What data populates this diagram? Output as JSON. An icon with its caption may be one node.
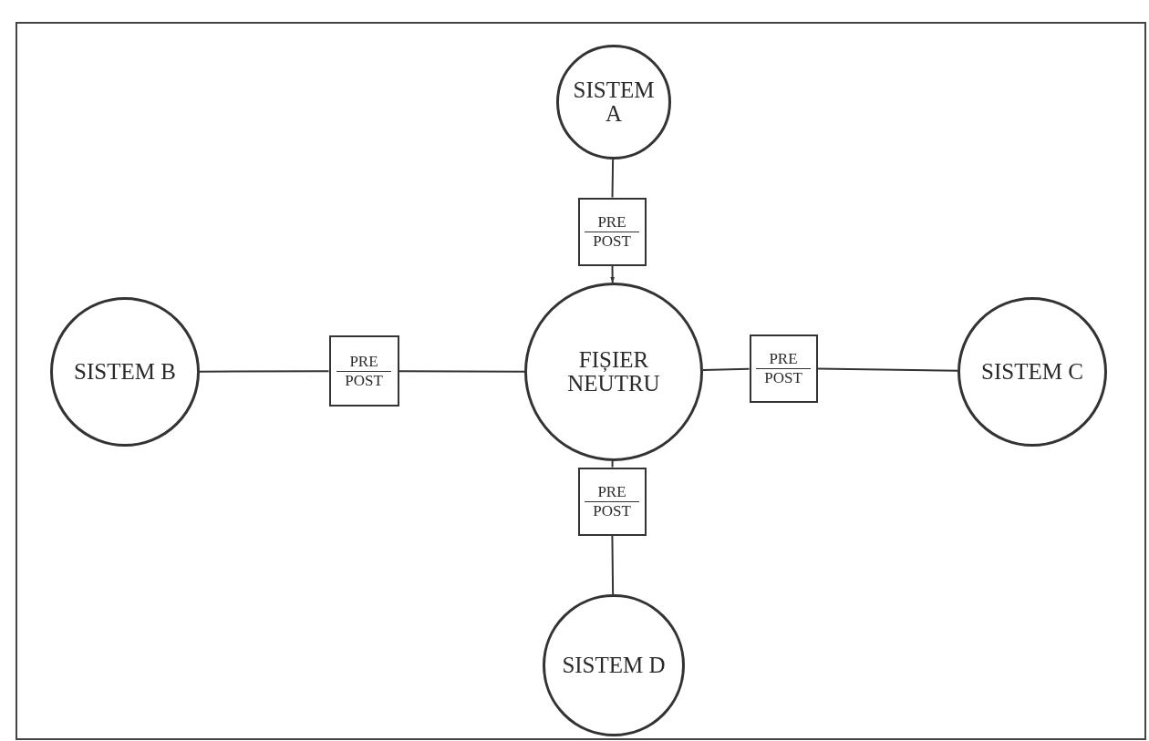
{
  "diagram": {
    "nodes": [
      {
        "text": [
          "SISTEM A"
        ]
      },
      {
        "text": [
          "PRE",
          "POST"
        ]
      },
      {
        "text": [
          "SISTEM B"
        ]
      },
      {
        "text": [
          "PRE",
          "POST"
        ]
      },
      {
        "text": [
          "FIȘIER NEUTRU"
        ]
      },
      {
        "text": [
          "PRE",
          "POST"
        ]
      },
      {
        "text": [
          "SISTEM C"
        ]
      },
      {
        "text": [
          "PRE",
          "POST"
        ]
      },
      {
        "text": [
          "SISTEM D"
        ]
      }
    ],
    "edges": [
      {
        "from": 0,
        "to": 1,
        "arrow": "none"
      },
      {
        "from": 1,
        "to": 4,
        "arrow": "to"
      },
      {
        "from": 2,
        "to": 3,
        "arrow": "none"
      },
      {
        "from": 3,
        "to": 4,
        "arrow": "none"
      },
      {
        "from": 4,
        "to": 5,
        "arrow": "none"
      },
      {
        "from": 5,
        "to": 6,
        "arrow": "none"
      },
      {
        "from": 4,
        "to": 7,
        "arrow": "none"
      },
      {
        "from": 7,
        "to": 8,
        "arrow": "none"
      }
    ]
  }
}
